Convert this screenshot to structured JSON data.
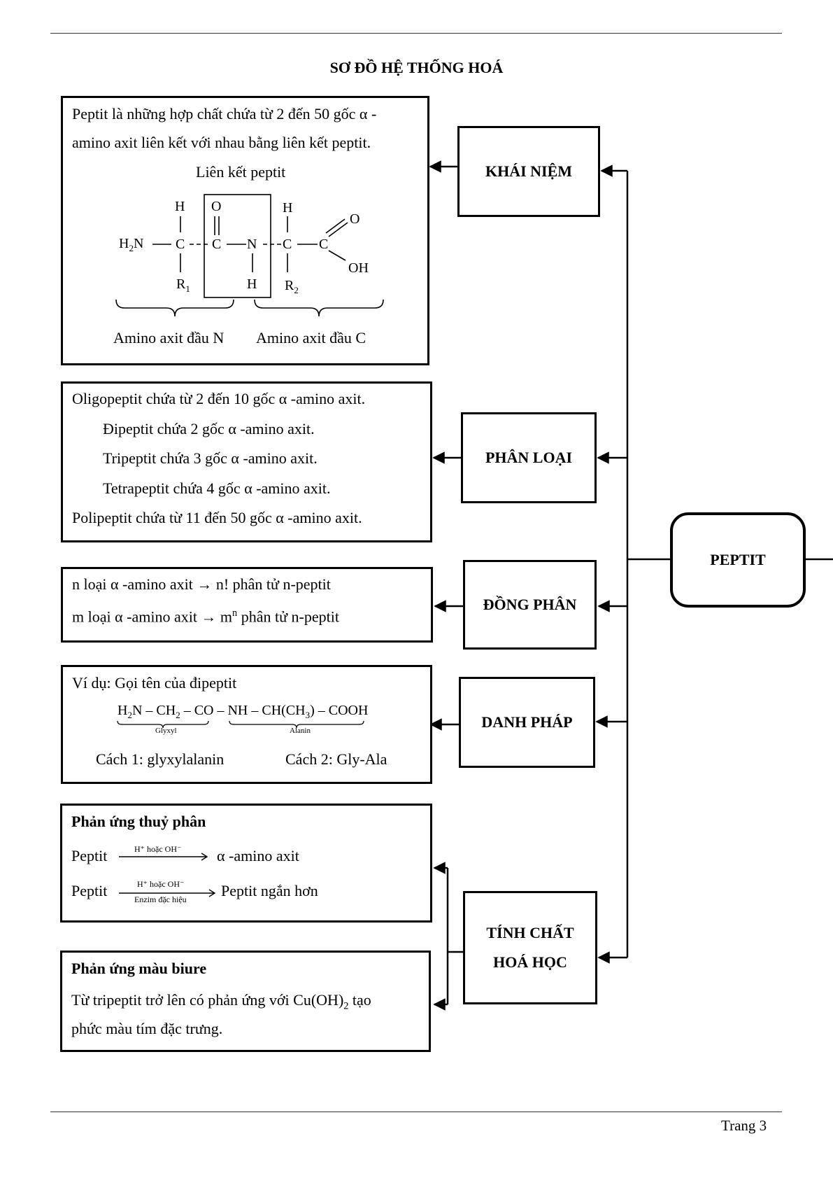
{
  "title": "SƠ ĐỒ HỆ THỐNG HOÁ",
  "center": "PEPTIT",
  "categories": {
    "khai_niem": "KHÁI NIỆM",
    "phan_loai": "PHÂN LOẠI",
    "dong_phan": "ĐỒNG PHÂN",
    "danh_phap": "DANH PHÁP",
    "tinh_chat_1": "TÍNH CHẤT",
    "tinh_chat_2": "HOÁ HỌC"
  },
  "khai_niem": {
    "line1": "Peptit là những hợp chất chứa từ 2 đến 50 gốc α -",
    "line2": "amino axit liên kết với nhau bằng liên kết peptit.",
    "bond_label": "Liên kết peptit",
    "atoms": {
      "H": "H",
      "O": "O",
      "C": "C",
      "N": "N",
      "R": "R",
      "H2N": "H",
      "two": "2",
      "N_text": "N",
      "r1": "1",
      "r2": "2",
      "OH": "OH"
    },
    "amino_n": "Amino axit đầu N",
    "amino_c": "Amino axit đầu C"
  },
  "phan_loai": {
    "oligo": "Oligopeptit chứa từ 2 đến 10 gốc α -amino axit.",
    "di": "Đipeptit chứa 2 gốc  α -amino axit.",
    "tri": "Tripeptit chứa 3 gốc  α -amino axit.",
    "tetra": "Tetrapeptit chứa 4 gốc  α -amino axit.",
    "poli": "Polipeptit chứa từ 11 đến 50 gốc  α -amino axit."
  },
  "dong_phan": {
    "line1": "n loại  α -amino axit  →  n! phân tử n-peptit",
    "line2_a": "m loại  α -amino axit  →  m",
    "line2_sup": "n",
    "line2_b": "  phân tử n-peptit"
  },
  "danh_phap": {
    "example": "Ví dụ: Gọi tên của đipeptit",
    "f1": "H",
    "f2": "2",
    "f3": "N – CH",
    "f4": "2",
    "f5": " – CO – NH – CH(CH",
    "f6": "3",
    "f7": ") – COOH",
    "glyxyl": "Glyxyl",
    "alanin": "Alanin",
    "cach1": "Cách 1: glyxylalanin",
    "cach2": "Cách 2: Gly-Ala"
  },
  "thuy_phan": {
    "heading": "Phản ứng thuỷ phân",
    "peptit": "Peptit",
    "cond1": "H⁺  hoặc OH⁻",
    "prod1": "α -amino axit",
    "cond2_top": "H⁺  hoặc OH⁻",
    "cond2_bot": "Enzim đặc hiệu",
    "prod2": "Peptit ngắn hơn"
  },
  "biure": {
    "heading": "Phản ứng màu biure",
    "line1_a": "Từ tripeptit trở lên có phản ứng với Cu(OH)",
    "line1_sub": "2",
    "line1_b": " tạo",
    "line2": "phức màu tím đặc trưng."
  },
  "footer": "Trang 3"
}
